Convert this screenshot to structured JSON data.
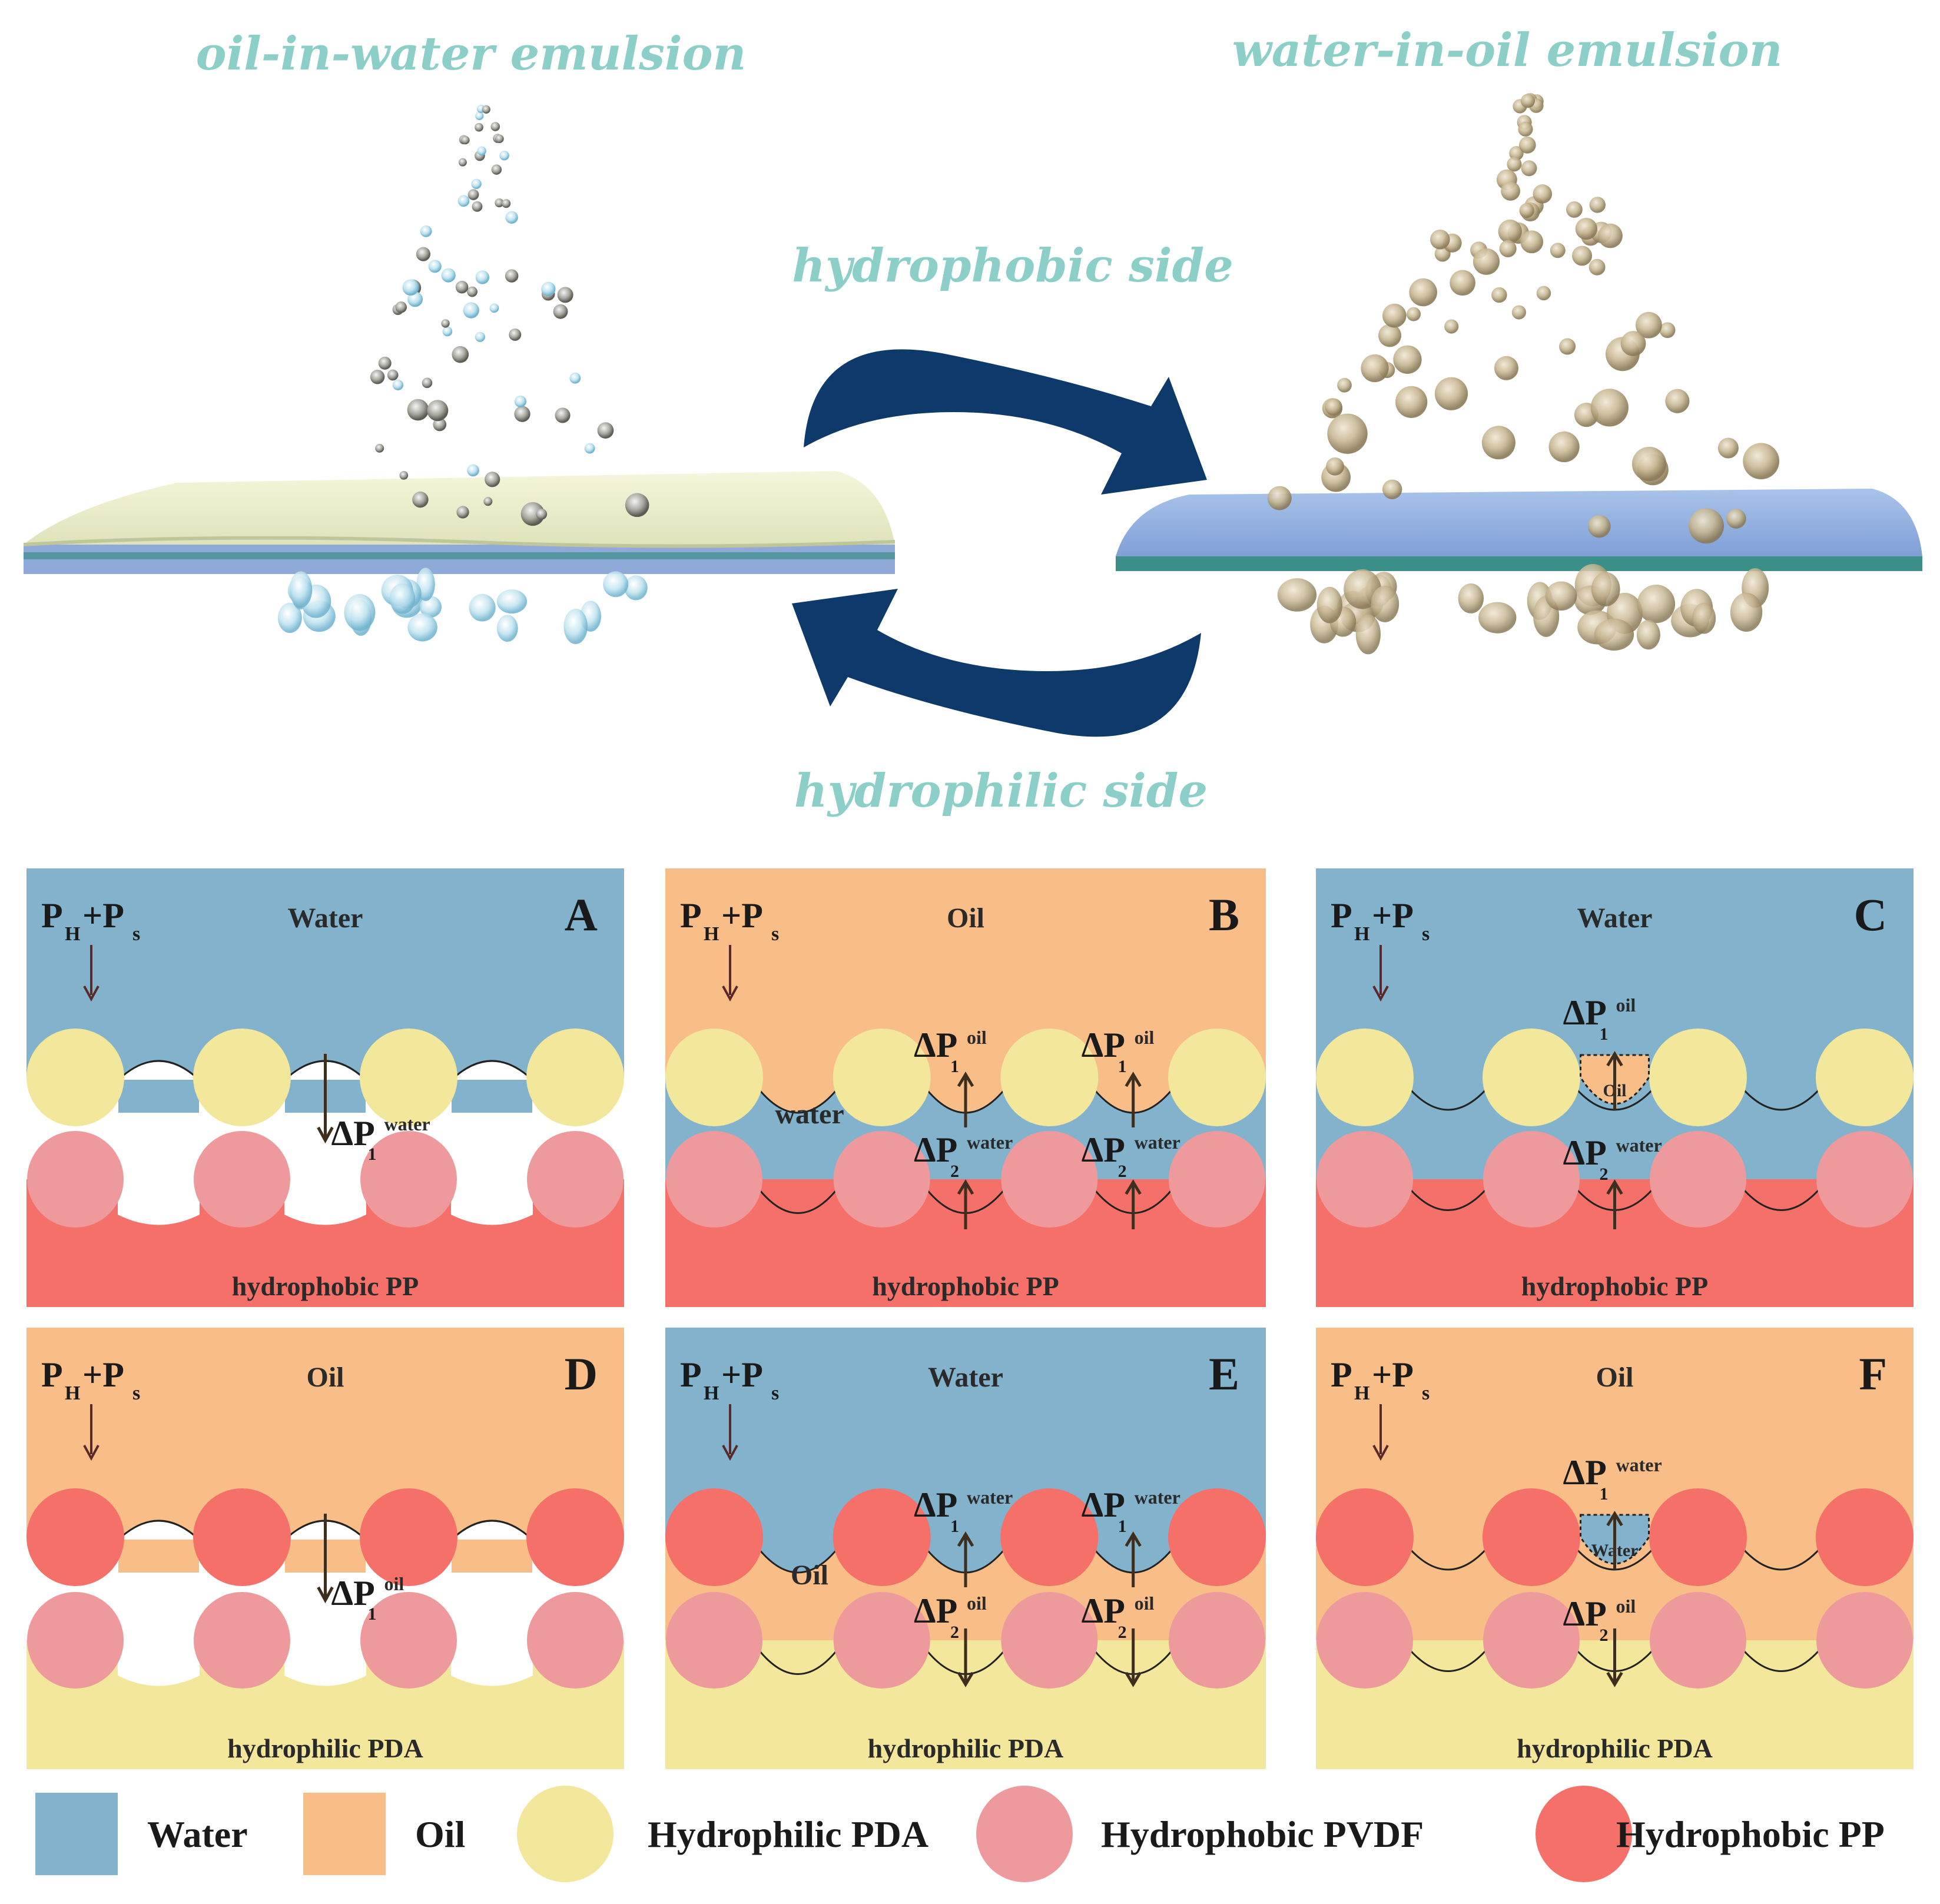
{
  "top": {
    "left_title": "oil-in-water emulsion",
    "right_title": "water-in-oil emulsion",
    "arrow_top_label": "hydrophobic side",
    "arrow_bottom_label": "hydrophilic side"
  },
  "panels": [
    {
      "letter": "A",
      "fluid": "Water",
      "base": "hydrophobic PP",
      "pressure_main": "P",
      "pressure_sub1": "H",
      "pressure_plus": "+P",
      "pressure_sub2": "s",
      "dp1_sup": "water",
      "dp_label": "ΔP",
      "dp_sub1": "1"
    },
    {
      "letter": "B",
      "fluid": "Oil",
      "base": "hydrophobic PP",
      "mid_fluid": "water",
      "dp1_sup": "oil",
      "dp2_sup": "water",
      "dp_label": "ΔP",
      "dp_sub1": "1",
      "dp_sub2": "2"
    },
    {
      "letter": "C",
      "fluid": "Water",
      "base": "hydrophobic PP",
      "pocket": "Oil",
      "dp1_sup": "oil",
      "dp2_sup": "water",
      "dp_label": "ΔP",
      "dp_sub1": "1",
      "dp_sub2": "2"
    },
    {
      "letter": "D",
      "fluid": "Oil",
      "base": "hydrophilic PDA",
      "dp1_sup": "oil",
      "dp_label": "ΔP",
      "dp_sub1": "1"
    },
    {
      "letter": "E",
      "fluid": "Water",
      "base": "hydrophilic PDA",
      "mid_fluid": "Oil",
      "dp1_sup": "water",
      "dp2_sup": "oil",
      "dp_label": "ΔP",
      "dp_sub1": "1",
      "dp_sub2": "2"
    },
    {
      "letter": "F",
      "fluid": "Oil",
      "base": "hydrophilic PDA",
      "pocket": "Water",
      "dp1_sup": "water",
      "dp2_sup": "oil",
      "dp_label": "ΔP",
      "dp_sub1": "1",
      "dp_sub2": "2"
    }
  ],
  "pressure": {
    "main": "P",
    "sub1": "H",
    "plus": "+P",
    "sub2": "s"
  },
  "legend": [
    {
      "label": "Water",
      "color": "#83b3cc",
      "shape": "square"
    },
    {
      "label": "Oil",
      "color": "#f9bd88",
      "shape": "square"
    },
    {
      "label": "Hydrophilic PDA",
      "color": "#f2e79b",
      "shape": "circle"
    },
    {
      "label": "Hydrophobic PVDF",
      "color": "#ee9a9c",
      "shape": "circle"
    },
    {
      "label": "Hydrophobic PP",
      "color": "#f47068",
      "shape": "circle"
    }
  ],
  "colors": {
    "water": "#83b3cc",
    "oil": "#f9bd88",
    "pda": "#f2e79b",
    "pvdf": "#ee9a9c",
    "pp": "#f47068",
    "arrow": "#0e3a6b",
    "title": "#8ccfc9"
  }
}
